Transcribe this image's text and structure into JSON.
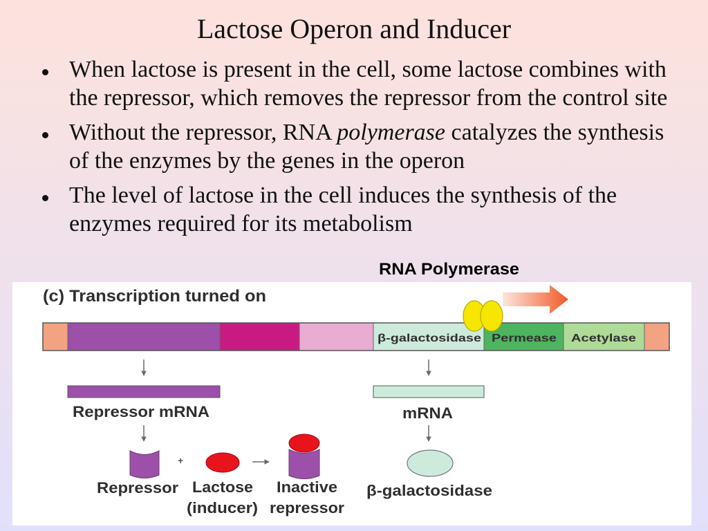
{
  "slide": {
    "title": "Lactose Operon and Inducer",
    "bullets": [
      {
        "line1": "When lactose is present in the cell, some lactose combines with",
        "line2": "the repressor, which removes the repressor from the control site"
      },
      {
        "line1_before": "Without the repressor, RNA ",
        "line1_italic": "polymerase",
        "line1_after": " catalyzes the synthesis",
        "line2": "of the enzymes by the genes in the operon"
      },
      {
        "line1": "The level of lactose in the cell induces the synthesis of the",
        "line2": "enzymes required for its metabolism"
      }
    ]
  },
  "diagram": {
    "polymerase_label": "RNA Polymerase",
    "panel_title": "(c) Transcription turned on",
    "genes": {
      "lacz": "β-galactosidase",
      "lacy": "Permease",
      "laca": "Acetylase"
    },
    "repressor_mrna_label": "Repressor mRNA",
    "mrna_label": "mRNA",
    "repressor_label": "Repressor",
    "plus_sign": "+",
    "lactose_label": {
      "line1": "Lactose",
      "line2": "(inducer)"
    },
    "inactive_repressor_label": {
      "line1": "Inactive",
      "line2": "repressor"
    },
    "enzyme_label": "β-galactosidase"
  },
  "colors": {
    "dna_end": "#f3a381",
    "purple": "#9d50a9",
    "magenta": "#c81b82",
    "pink": "#e9acd3",
    "mint": "#cdebdc",
    "green": "#4db45f",
    "light_green": "#aedb97",
    "polymerase": "#f7e600",
    "lactose": "#e8141c",
    "arrow": "#f05a28"
  }
}
